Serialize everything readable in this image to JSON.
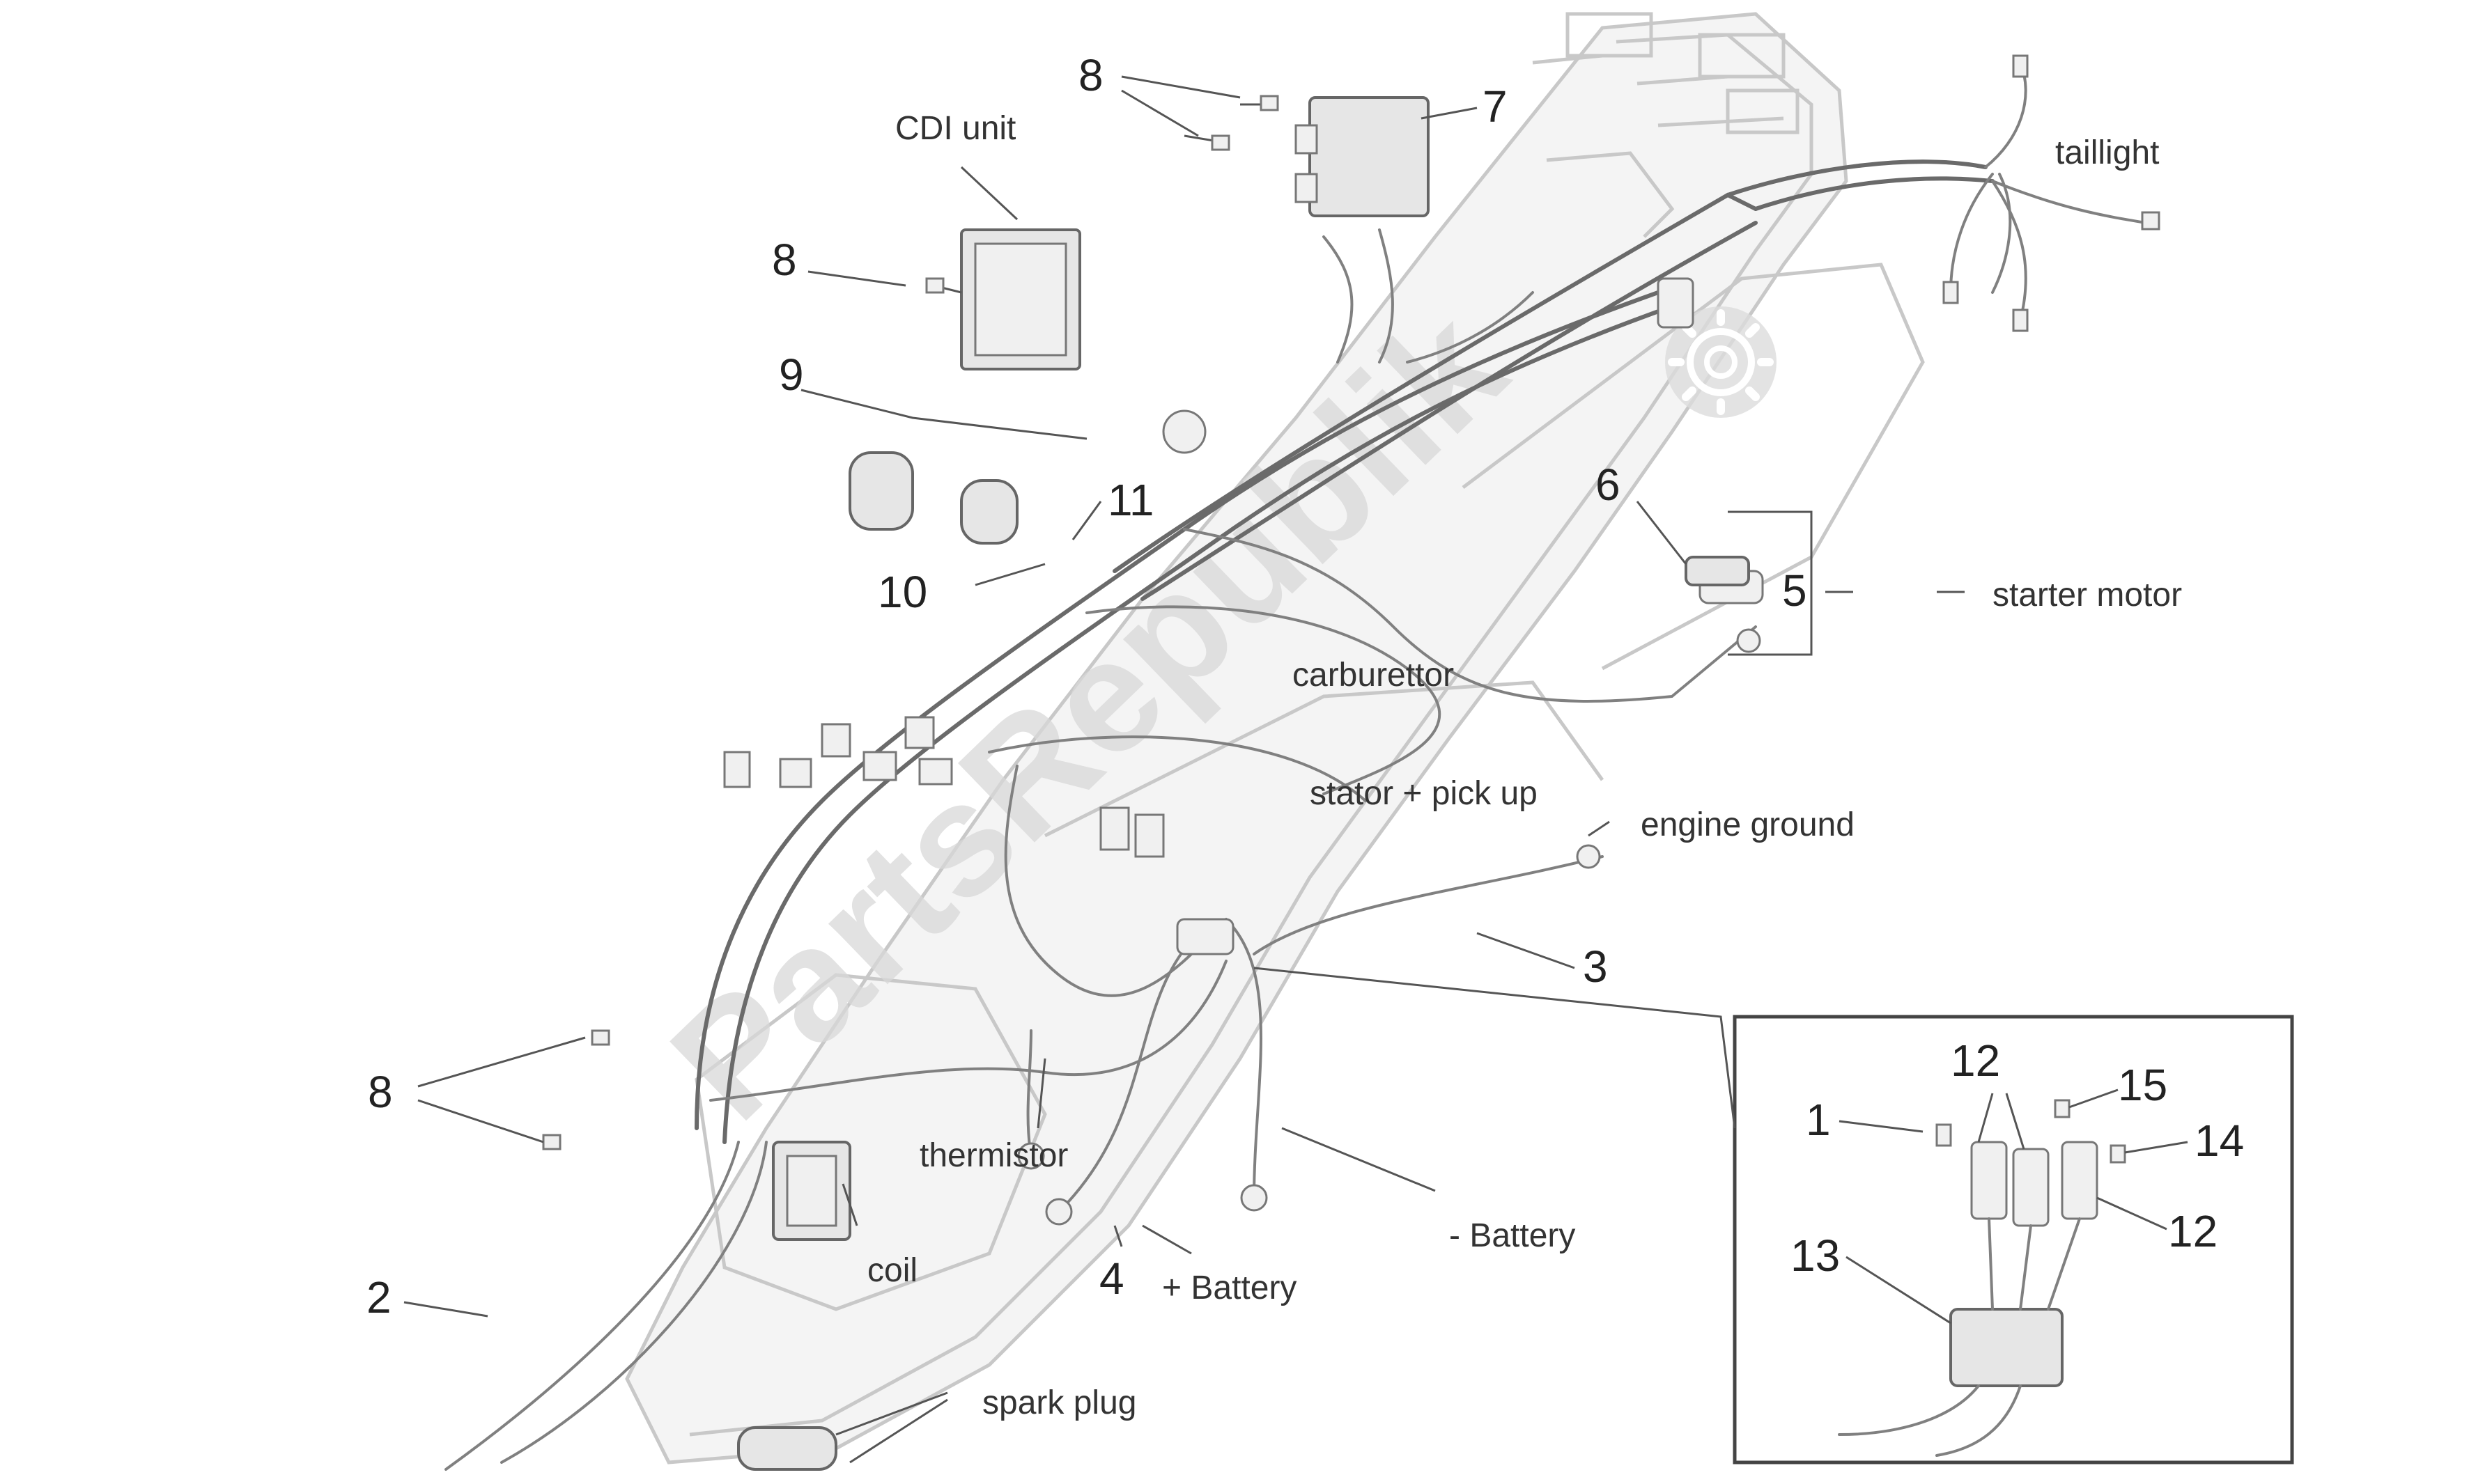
{
  "watermark": "PartsRepublik",
  "callouts": {
    "n1": "1",
    "n2": "2",
    "n3": "3",
    "n4": "4",
    "n5": "5",
    "n6": "6",
    "n7": "7",
    "n8a": "8",
    "n8b": "8",
    "n8c": "8",
    "n9": "9",
    "n10": "10",
    "n11": "11",
    "n12a": "12",
    "n12b": "12",
    "n13": "13",
    "n14": "14",
    "n15": "15"
  },
  "labels": {
    "cdi_unit": "CDI unit",
    "taillight": "taillight",
    "starter_motor": "starter motor",
    "carburettor": "carburettor",
    "stator_pickup": "stator + pick up",
    "engine_ground": "engine ground",
    "thermistor": "thermistor",
    "battery_neg": "- Battery",
    "battery_pos": "+ Battery",
    "coil": "coil",
    "spark_plug": "spark plug"
  },
  "icons": {
    "logo": "gear-icon"
  }
}
